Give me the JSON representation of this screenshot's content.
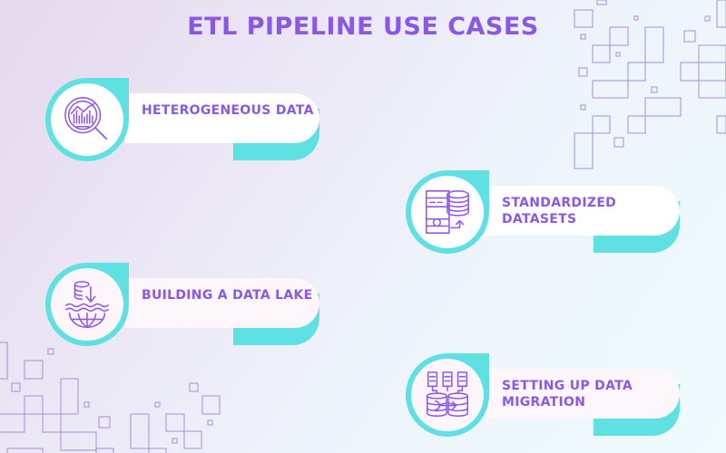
{
  "title": "ETL PIPELINE USE CASES",
  "colors": {
    "title": "#8a58e8",
    "label": "#8a58e8",
    "accent_teal": "#5fe0e3",
    "icon_stroke": "#9158e6",
    "pill_background": "#ffffff",
    "background_start": "#e4d9ee",
    "background_end": "#effbfd"
  },
  "use_cases": [
    {
      "label": "HETEROGENEOUS DATA",
      "icon": "magnifier-chart-icon"
    },
    {
      "label": "STANDARDIZED DATASETS",
      "icon": "server-database-icon"
    },
    {
      "label": "BUILDING A DATA LAKE",
      "icon": "database-lake-globe-icon"
    },
    {
      "label": "SETTING UP DATA MIGRATION",
      "icon": "database-migration-icon"
    }
  ]
}
